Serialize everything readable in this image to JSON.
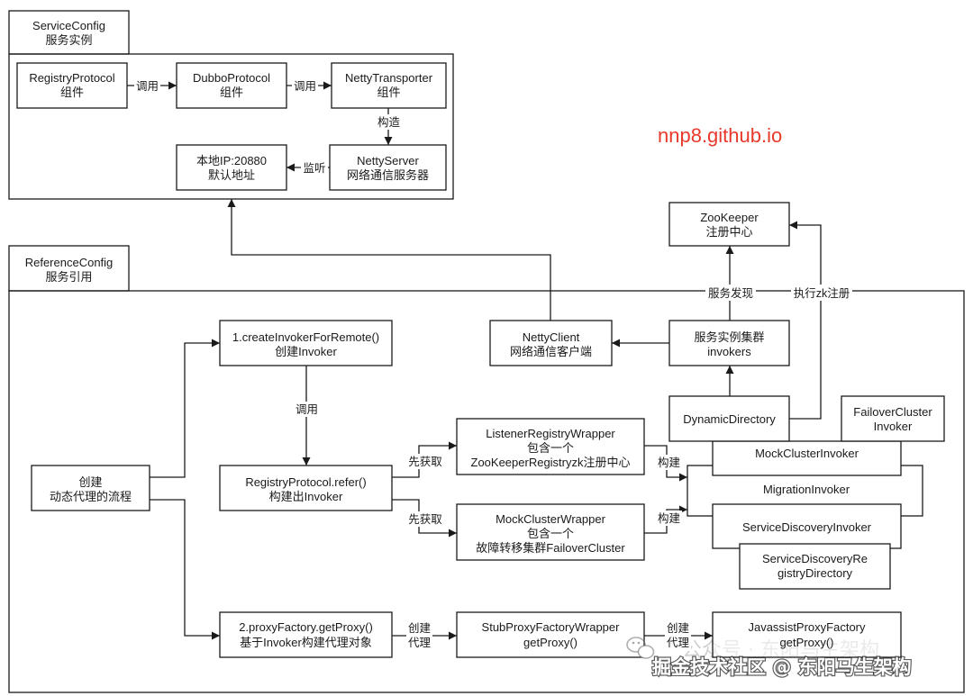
{
  "service_config": {
    "tab_title": "ServiceConfig",
    "tab_subtitle": "服务实例",
    "registry_protocol": {
      "line1": "RegistryProtocol",
      "line2": "组件"
    },
    "dubbo_protocol": {
      "line1": "DubboProtocol",
      "line2": "组件"
    },
    "netty_transporter": {
      "line1": "NettyTransporter",
      "line2": "组件"
    },
    "netty_server": {
      "line1": "NettyServer",
      "line2": "网络通信服务器"
    },
    "local_address": {
      "line1": "本地IP:20880",
      "line2": "默认地址"
    },
    "edge_labels": {
      "registry_to_dubbo": "调用",
      "dubbo_to_transporter": "调用",
      "transporter_to_server": "构造",
      "server_to_address": "监听"
    }
  },
  "site_url": "nnp8.github.io",
  "zookeeper": {
    "line1": "ZooKeeper",
    "line2": "注册中心"
  },
  "reference_config": {
    "tab_title": "ReferenceConfig",
    "tab_subtitle": "服务引用",
    "create_proxy_flow": {
      "line1": "创建",
      "line2": "动态代理的流程"
    },
    "create_invoker": {
      "line1": "1.createInvokerForRemote()",
      "line2": "创建Invoker"
    },
    "registry_refer": {
      "line1": "RegistryProtocol.refer()",
      "line2": "构建出Invoker"
    },
    "get_proxy": {
      "line1": "2.proxyFactory.getProxy()",
      "line2": "基于Invoker构建代理对象"
    },
    "listener_registry_wrapper": {
      "line1": "ListenerRegistryWrapper",
      "line2": "包含一个",
      "line3": "ZooKeeperRegistryzk注册中心"
    },
    "mock_cluster_wrapper": {
      "line1": "MockClusterWrapper",
      "line2": "包含一个",
      "line3": "故障转移集群FailoverCluster"
    },
    "stub_proxy_factory_wrapper": {
      "line1": "StubProxyFactoryWrapper",
      "line2": "getProxy()"
    },
    "netty_client": {
      "line1": "NettyClient",
      "line2": "网络通信客户端"
    },
    "service_instances": {
      "line1": "服务实例集群",
      "line2": "invokers"
    },
    "dynamic_directory": "DynamicDirectory",
    "failover_cluster_invoker": {
      "line1": "FailoverCluster",
      "line2": "Invoker"
    },
    "mock_cluster_invoker": "MockClusterInvoker",
    "migration_invoker": "MigrationInvoker",
    "service_discovery_invoker": "ServiceDiscoveryInvoker",
    "service_discovery_registry_directory": {
      "line1": "ServiceDiscoveryRe",
      "line2": "gistryDirectory"
    },
    "javassist_proxy_factory": {
      "line1": "JavassistProxyFactory",
      "line2": "getProxy()"
    },
    "edge_labels": {
      "service_discovery": "服务发现",
      "zk_register": "执行zk注册",
      "invoke": "调用",
      "fetch_first_listener": "先获取",
      "fetch_first_mock": "先获取",
      "build_from_listener": "构建",
      "build_from_mock": "构建",
      "create_proxy_1": {
        "line1": "创建",
        "line2": "代理"
      },
      "create_proxy_2": {
        "line1": "创建",
        "line2": "代理"
      }
    }
  },
  "watermark": {
    "faint": "公众号 · 东阳马生架构",
    "main": "掘金技术社区 @ 东阳马生架构",
    "icon": "wechat-icon"
  },
  "colors": {
    "line": "#1a1a1a",
    "site_url": "#e8392b",
    "background": "#ffffff"
  }
}
